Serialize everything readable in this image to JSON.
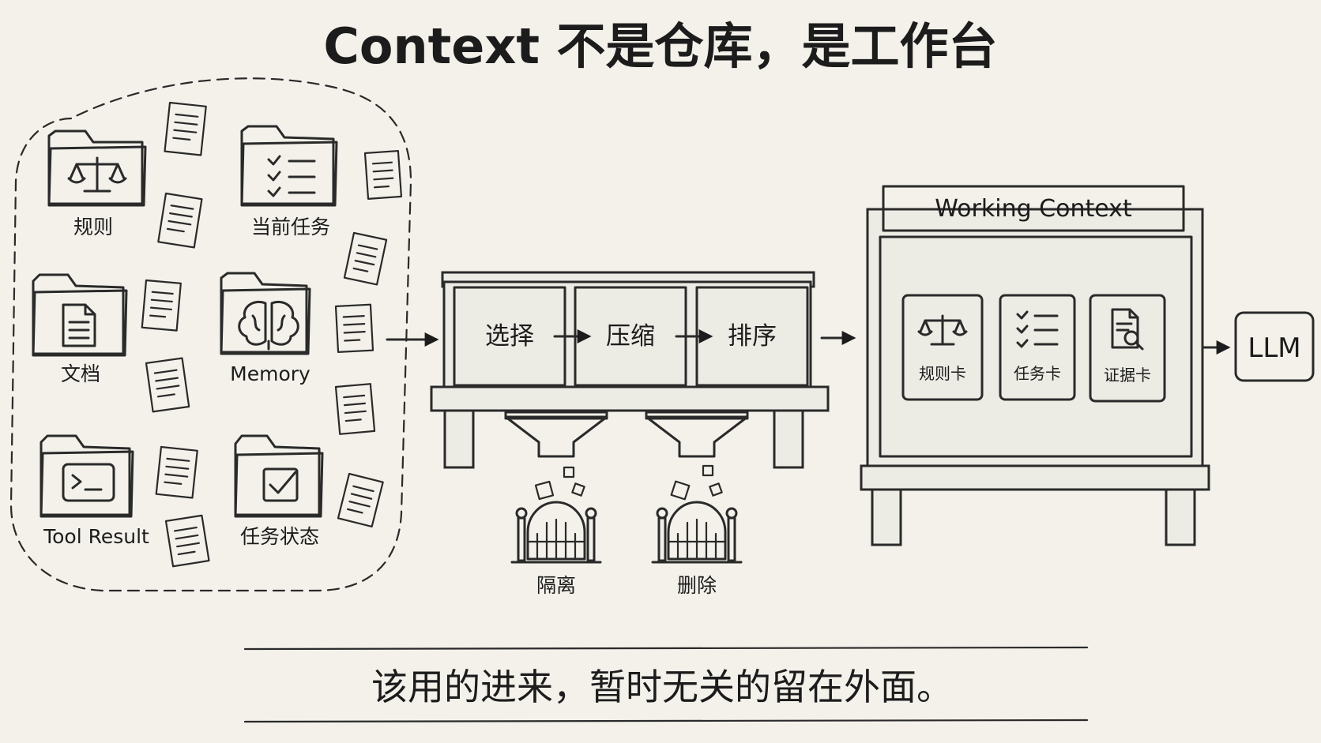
{
  "title": "Context 不是仓库，是工作台",
  "sources": [
    {
      "label": "规则",
      "icon": "scales-icon",
      "color": "#c7d6ae"
    },
    {
      "label": "当前任务",
      "icon": "checklist-icon",
      "color": "#f2c996"
    },
    {
      "label": "文档",
      "icon": "document-icon",
      "color": "#b6c9e8"
    },
    {
      "label": "Memory",
      "icon": "brain-icon",
      "color": "#cfc0e8"
    },
    {
      "label": "Tool Result",
      "icon": "terminal-icon",
      "color": "#b4d8c4"
    },
    {
      "label": "任务状态",
      "icon": "checkbox-icon",
      "color": "#f4d193"
    }
  ],
  "pipeline": {
    "stages": [
      {
        "label": "选择",
        "color": "#c8ddb0"
      },
      {
        "label": "压缩",
        "color": "#f5c9a3"
      },
      {
        "label": "排序",
        "color": "#bccde9"
      }
    ],
    "outlets": [
      {
        "label": "隔离"
      },
      {
        "label": "删除"
      }
    ]
  },
  "working_context": {
    "title": "Working Context",
    "cards": [
      {
        "label": "规则卡",
        "icon": "scales-icon",
        "color": "#c8ddb0"
      },
      {
        "label": "任务卡",
        "icon": "checklist-icon",
        "color": "#f5c9a3"
      },
      {
        "label": "证据卡",
        "icon": "document-search-icon",
        "color": "#bccde9"
      }
    ]
  },
  "llm": {
    "label": "LLM"
  },
  "caption": "该用的进来，暂时无关的留在外面。"
}
